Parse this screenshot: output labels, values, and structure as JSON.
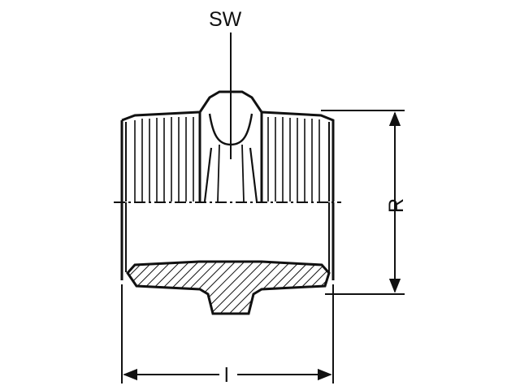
{
  "labels": {
    "wrench_size": "SW",
    "thread_size": "R",
    "length": "l"
  }
}
